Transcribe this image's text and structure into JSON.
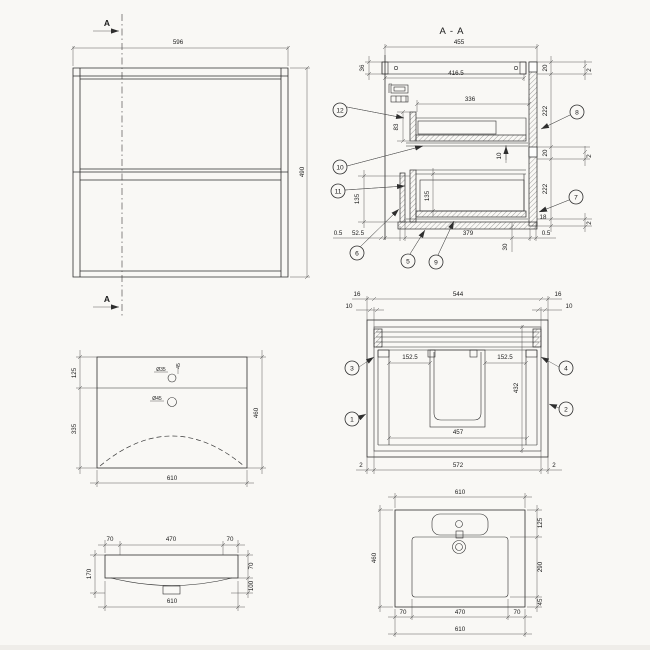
{
  "colors": {
    "background": "#f9f8f5",
    "ink": "#2e2e2e"
  },
  "front_view": {
    "width": "596",
    "height": "490",
    "section_marker": "A"
  },
  "section_view": {
    "title": "A - A",
    "dims": {
      "total_width": "455",
      "panel_36": "36",
      "width_416": "416.5",
      "opening_336": "336",
      "front_83": "83",
      "gap_10": "10",
      "top_20": "20",
      "top_2": "2",
      "upper_222": "222",
      "mid_20": "20",
      "mid_2": "2",
      "lower_222": "222",
      "bottom_18": "18",
      "bottom_2": "2",
      "front_135": "135",
      "inner_135": "135",
      "left_05": "0.5",
      "left_525": "52.5",
      "width_379": "379",
      "offset_30": "30",
      "right_05": "0.5"
    },
    "balloons": {
      "b5": "5",
      "b6": "6",
      "b7": "7",
      "b8": "8",
      "b9": "9",
      "b10": "10",
      "b11": "11",
      "b12": "12"
    }
  },
  "basin_plan": {
    "dims": {
      "back_125": "125",
      "front_335": "335",
      "depth_460": "460",
      "width_610": "610"
    },
    "holes": {
      "faucet": "Ø35",
      "faucet_offset": "45",
      "drain": "Ø45"
    }
  },
  "cabinet_plan": {
    "dims": {
      "left_16": "16",
      "width_544": "544",
      "right_16": "16",
      "left_10": "10",
      "right_10": "10",
      "left_1525": "152.5",
      "right_1525": "152.5",
      "depth_432": "432",
      "width_457": "457",
      "left_2": "2",
      "width_572": "572",
      "right_2": "2"
    },
    "balloons": {
      "b1": "1",
      "b2": "2",
      "b3": "3",
      "b4": "4"
    }
  },
  "basin_front": {
    "dims": {
      "left_70": "70",
      "mid_470": "470",
      "right_70": "70",
      "height_170": "170",
      "rim_70": "70",
      "bowl_100": "100",
      "width_610": "610"
    }
  },
  "basin_top": {
    "dims": {
      "top_610": "610",
      "depth_460": "460",
      "back_125": "125",
      "mid_290": "290",
      "front_45": "45",
      "left_70": "70",
      "mid_470": "470",
      "right_70": "70",
      "bottom_610": "610"
    }
  }
}
